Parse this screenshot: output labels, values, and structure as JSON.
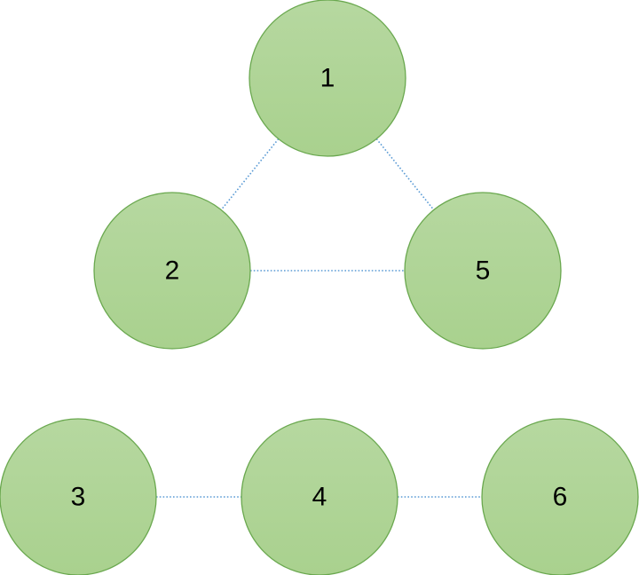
{
  "diagram": {
    "type": "undirected-graph",
    "node_fill": "#a9d18e",
    "node_fill_light": "#b6d8a0",
    "node_stroke": "#6aa84f",
    "edge_color": "#5b9bd5",
    "edge_style": "dotted",
    "nodes": [
      {
        "id": "1",
        "label": "1"
      },
      {
        "id": "2",
        "label": "2"
      },
      {
        "id": "5",
        "label": "5"
      },
      {
        "id": "3",
        "label": "3"
      },
      {
        "id": "4",
        "label": "4"
      },
      {
        "id": "6",
        "label": "6"
      }
    ],
    "edges": [
      {
        "from": "1",
        "to": "2"
      },
      {
        "from": "1",
        "to": "5"
      },
      {
        "from": "2",
        "to": "5"
      },
      {
        "from": "3",
        "to": "4"
      },
      {
        "from": "4",
        "to": "6"
      }
    ]
  }
}
